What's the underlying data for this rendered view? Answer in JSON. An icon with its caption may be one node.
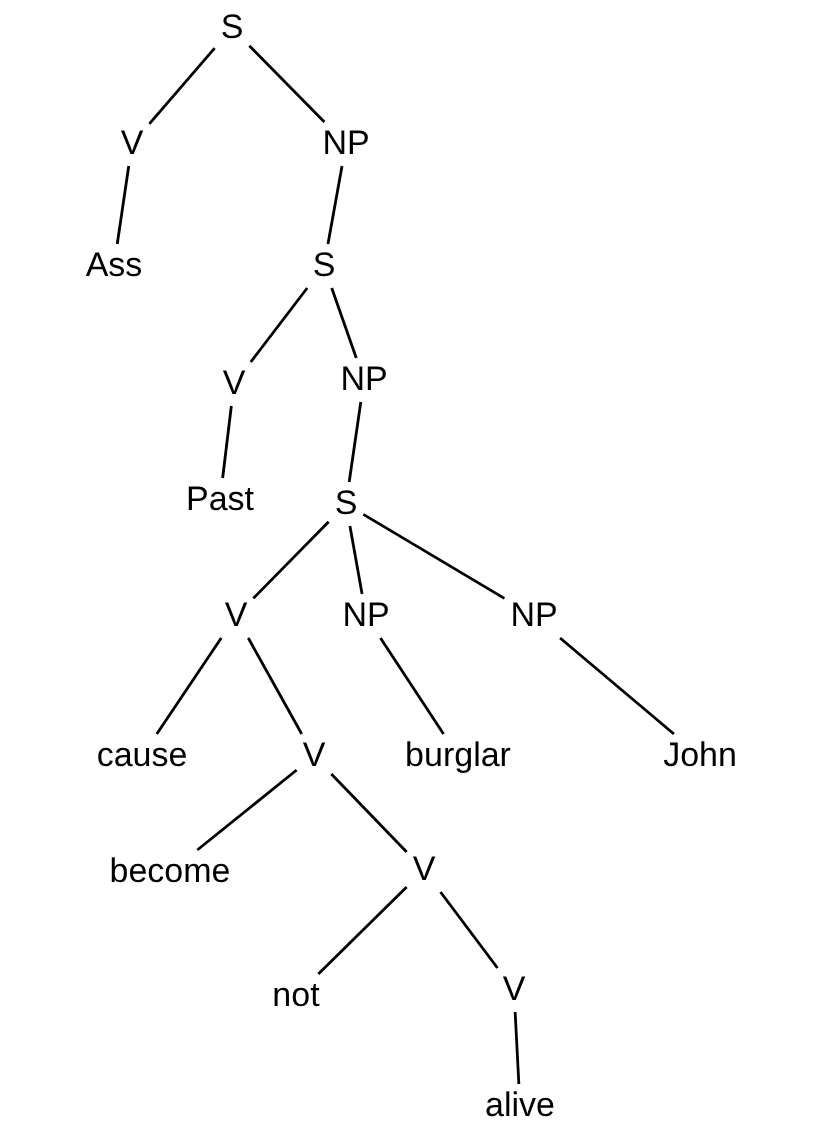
{
  "diagram": {
    "nodes": [
      {
        "text": [
          "S"
        ]
      },
      {
        "text": [
          "V"
        ]
      },
      {
        "text": [
          "NP"
        ]
      },
      {
        "text": [
          "Ass"
        ]
      },
      {
        "text": [
          "S"
        ]
      },
      {
        "text": [
          "V"
        ]
      },
      {
        "text": [
          "NP"
        ]
      },
      {
        "text": [
          "Past"
        ]
      },
      {
        "text": [
          "S"
        ]
      },
      {
        "text": [
          "V"
        ]
      },
      {
        "text": [
          "NP"
        ]
      },
      {
        "text": [
          "NP"
        ]
      },
      {
        "text": [
          "cause"
        ]
      },
      {
        "text": [
          "V"
        ]
      },
      {
        "text": [
          "burglar"
        ]
      },
      {
        "text": [
          "John"
        ]
      },
      {
        "text": [
          "become"
        ]
      },
      {
        "text": [
          "V"
        ]
      },
      {
        "text": [
          "not"
        ]
      },
      {
        "text": [
          "V"
        ]
      },
      {
        "text": [
          "alive"
        ]
      }
    ],
    "edges": [
      {
        "from": 0,
        "to": 1,
        "arrow": "none"
      },
      {
        "from": 0,
        "to": 2,
        "arrow": "none"
      },
      {
        "from": 1,
        "to": 3,
        "arrow": "none"
      },
      {
        "from": 2,
        "to": 4,
        "arrow": "none"
      },
      {
        "from": 4,
        "to": 5,
        "arrow": "none"
      },
      {
        "from": 4,
        "to": 6,
        "arrow": "none"
      },
      {
        "from": 5,
        "to": 7,
        "arrow": "none"
      },
      {
        "from": 6,
        "to": 8,
        "arrow": "none"
      },
      {
        "from": 8,
        "to": 9,
        "arrow": "none"
      },
      {
        "from": 8,
        "to": 10,
        "arrow": "none"
      },
      {
        "from": 8,
        "to": 11,
        "arrow": "none"
      },
      {
        "from": 9,
        "to": 12,
        "arrow": "none"
      },
      {
        "from": 9,
        "to": 13,
        "arrow": "none"
      },
      {
        "from": 10,
        "to": 14,
        "arrow": "none"
      },
      {
        "from": 11,
        "to": 15,
        "arrow": "none"
      },
      {
        "from": 13,
        "to": 16,
        "arrow": "none"
      },
      {
        "from": 13,
        "to": 17,
        "arrow": "none"
      },
      {
        "from": 17,
        "to": 18,
        "arrow": "none"
      },
      {
        "from": 17,
        "to": 19,
        "arrow": "none"
      },
      {
        "from": 19,
        "to": 20,
        "arrow": "none"
      }
    ]
  }
}
